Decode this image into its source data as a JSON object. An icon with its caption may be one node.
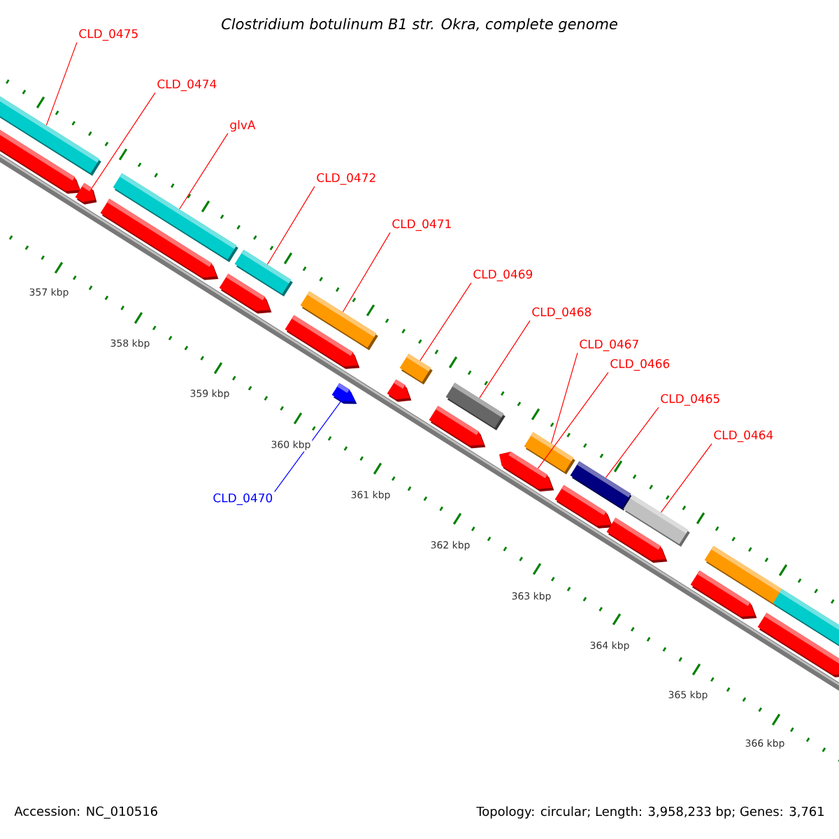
{
  "diagram": {
    "title": "Clostridium botulinum B1 str. Okra, complete genome",
    "nodes": [
      {
        "text": [
          "CLD_0475"
        ]
      },
      {
        "text": [
          "CLD_0474"
        ]
      },
      {
        "text": [
          "glvA"
        ]
      },
      {
        "text": [
          "CLD_0472"
        ]
      },
      {
        "text": [
          "CLD_0471"
        ]
      },
      {
        "text": [
          "CLD_0469"
        ]
      },
      {
        "text": [
          "CLD_0468"
        ]
      },
      {
        "text": [
          "CLD_0467"
        ]
      },
      {
        "text": [
          "CLD_0466"
        ]
      },
      {
        "text": [
          "CLD_0465"
        ]
      },
      {
        "text": [
          "CLD_0464"
        ]
      },
      {
        "text": [
          "CLD_0470"
        ]
      },
      {
        "text": [],
        "shape": "arrow"
      },
      {
        "text": [],
        "shape": "bar"
      },
      {
        "text": [],
        "shape": "arrow"
      },
      {
        "text": [],
        "shape": "arrow"
      },
      {
        "text": [],
        "shape": "bar"
      },
      {
        "text": [],
        "shape": "arrow"
      },
      {
        "text": [],
        "shape": "bar"
      },
      {
        "text": [],
        "shape": "arrow"
      },
      {
        "text": [],
        "shape": "bar"
      },
      {
        "text": [],
        "shape": "arrow"
      },
      {
        "text": [],
        "shape": "arrow"
      },
      {
        "text": [],
        "shape": "bar"
      },
      {
        "text": [],
        "shape": "arrow"
      },
      {
        "text": [],
        "shape": "bar"
      },
      {
        "text": [],
        "shape": "arrow"
      },
      {
        "text": [],
        "shape": "arrow"
      },
      {
        "text": [],
        "shape": "bar"
      },
      {
        "text": [],
        "shape": "arrow"
      },
      {
        "text": [],
        "shape": "bar"
      },
      {
        "text": [],
        "shape": "arrow"
      },
      {
        "text": [],
        "shape": "bar"
      },
      {
        "text": [],
        "shape": "arrow"
      },
      {
        "text": [],
        "shape": "bar"
      },
      {
        "text": [],
        "shape": "arrow"
      },
      {
        "text": [],
        "shape": "bar"
      }
    ],
    "edges": [
      {
        "from": 0,
        "to": 13,
        "arrow": "none"
      },
      {
        "from": 1,
        "to": 14,
        "arrow": "none"
      },
      {
        "from": 2,
        "to": 16,
        "arrow": "none"
      },
      {
        "from": 3,
        "to": 18,
        "arrow": "none"
      },
      {
        "from": 4,
        "to": 20,
        "arrow": "none"
      },
      {
        "from": 5,
        "to": 23,
        "arrow": "none"
      },
      {
        "from": 6,
        "to": 25,
        "arrow": "none"
      },
      {
        "from": 7,
        "to": 28,
        "arrow": "none"
      },
      {
        "from": 8,
        "to": 27,
        "arrow": "none"
      },
      {
        "from": 9,
        "to": 30,
        "arrow": "none"
      },
      {
        "from": 10,
        "to": 32,
        "arrow": "none"
      },
      {
        "from": 11,
        "to": 21,
        "arrow": "none",
        "color": "#0000ff"
      }
    ],
    "labels": [
      "357 kbp",
      "358 kbp",
      "359 kbp",
      "360 kbp",
      "361 kbp",
      "362 kbp",
      "363 kbp",
      "364 kbp",
      "365 kbp",
      "366 kbp",
      "Accession: NC_010516",
      "Topology: circular; Length: 3,958,233 bp; Genes: 3,761"
    ]
  }
}
